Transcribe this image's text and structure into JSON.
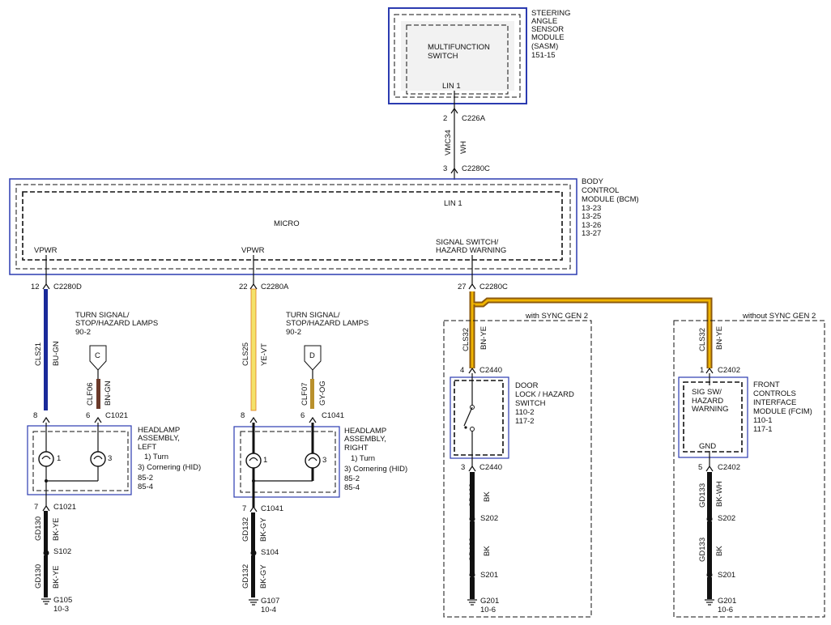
{
  "sasm": {
    "name": [
      "STEERING",
      "ANGLE",
      "SENSOR",
      "MODULE",
      "(SASM)",
      "151-15"
    ],
    "inner": [
      "MULTIFUNCTION",
      "SWITCH"
    ],
    "pin": "LIN 1"
  },
  "sasm_wire": {
    "top_pin": "2",
    "top_conn": "C226A",
    "circuit": "VMC34",
    "color": "WH",
    "bottom_pin": "3",
    "bottom_conn": "C2280C"
  },
  "bcm": {
    "name": [
      "BODY",
      "CONTROL",
      "MODULE (BCM)",
      "13-23",
      "13-25",
      "13-26",
      "13-27"
    ],
    "micro": "MICRO",
    "lin": "LIN 1",
    "vpwr1": "VPWR",
    "vpwr2": "VPWR",
    "signal": [
      "SIGNAL SWITCH/",
      "HAZARD WARNING"
    ]
  },
  "left": {
    "pin": "12",
    "conn": "C2280D",
    "circuit": "CLS21",
    "color": "BU-GN",
    "ref_title": [
      "TURN SIGNAL/",
      "STOP/HAZARD LAMPS",
      "90-2"
    ],
    "ref_letter": "C",
    "sub_circuit": "CLF06",
    "sub_color": "BN-GN",
    "pin8": "8",
    "pin6": "6",
    "conn_in": "C1021",
    "lamp_pin1": "1",
    "lamp_pin3": "3",
    "assembly": [
      "HEADLAMP",
      "ASSEMBLY,",
      "LEFT",
      "1) Turn",
      "3) Cornering (HID)",
      "85-2",
      "85-4"
    ],
    "pin7": "7",
    "conn_out": "C1021",
    "gd1": "GD130",
    "gd1_color": "BK-YE",
    "splice": "S102",
    "gd2": "GD130",
    "gd2_color": "BK-YE",
    "ground": "G105",
    "ground_ref": "10-3"
  },
  "mid": {
    "pin": "22",
    "conn": "C2280A",
    "circuit": "CLS25",
    "color": "YE-VT",
    "ref_title": [
      "TURN SIGNAL/",
      "STOP/HAZARD LAMPS",
      "90-2"
    ],
    "ref_letter": "D",
    "sub_circuit": "CLF07",
    "sub_color": "GY-OG",
    "pin8": "8",
    "pin6": "6",
    "conn_in": "C1041",
    "lamp_pin1": "1",
    "lamp_pin3": "3",
    "assembly": [
      "HEADLAMP",
      "ASSEMBLY,",
      "RIGHT",
      "1) Turn",
      "3) Cornering (HID)",
      "85-2",
      "85-4"
    ],
    "pin7": "7",
    "conn_out": "C1041",
    "gd1": "GD132",
    "gd1_color": "BK-GY",
    "splice": "S104",
    "gd2": "GD132",
    "gd2_color": "BK-GY",
    "ground": "G107",
    "ground_ref": "10-4"
  },
  "sync": {
    "pin": "27",
    "conn": "C2280C",
    "with_label": "with SYNC GEN 2",
    "without_label": "without SYNC GEN 2"
  },
  "door": {
    "circuit": "CLS32",
    "color": "BN-YE",
    "pin_in": "4",
    "conn_in": "C2440",
    "name": [
      "DOOR",
      "LOCK / HAZARD",
      "SWITCH",
      "110-2",
      "117-2"
    ],
    "pin_out": "3",
    "conn_out": "C2440",
    "gd1": "GD133",
    "gd1_color": "BK",
    "splice1": "S202",
    "gd2": "GD133",
    "gd2_color": "BK",
    "splice2": "S201",
    "ground": "G201",
    "ground_ref": "10-6"
  },
  "fcim": {
    "circuit": "CLS32",
    "color": "BN-YE",
    "pin_in": "1",
    "conn_in": "C2402",
    "inner": [
      "SIG SW/",
      "HAZARD",
      "WARNING"
    ],
    "gnd": "GND",
    "name": [
      "FRONT",
      "CONTROLS",
      "INTERFACE",
      "MODULE (FCIM)",
      "110-1",
      "117-1"
    ],
    "pin_out": "5",
    "conn_out": "C2402",
    "gd1": "GD133",
    "gd1_color": "BK-WH",
    "splice1": "S202",
    "gd2": "GD133",
    "gd2_color": "BK",
    "splice2": "S201",
    "ground": "G201",
    "ground_ref": "10-6"
  },
  "colors": {
    "BU-GN": "#1a2a9a",
    "YE-VT": "#f3e26a",
    "BN-YE": "#c9a020",
    "BN-GN": "#6b3a2a",
    "GY-OG": "#b9902c",
    "module_border": "#2b3bb0"
  }
}
